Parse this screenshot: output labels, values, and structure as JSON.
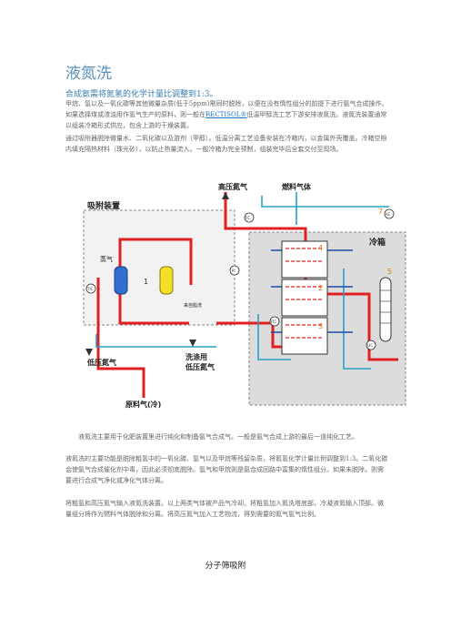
{
  "title": "液氮洗",
  "subtitle": "合成氨需将氮氢的化学计量比调整到1:3。",
  "para1_a": "甲烷、氩以及一氧化碳等其他微量杂质(低于5ppm)需同时脱除，以便在没有惰性组分的前提下进行氨气合成操作。如果选择煤或渣油用作氢气生产的原料，则一般在",
  "para1_link": "RECTISOL®",
  "para1_b": "低温甲醇洗工艺下游安排液氮洗。液氮洗装置通常以组装冷箱形式供应，包含上游的干燥装置。",
  "para2": "通过吸附器脱除微量水、二氧化碳以及游剂（甲醇）。低温分离工艺设备安装在冷箱内，以金属外壳覆盖。冷箱空隙内填充隔热材料（珠光砂），以防止热量流入。一般冷箱为完全预制，组装完毕后全套交付至现场。",
  "diagram": {
    "label_hp_n2": "高压氮气",
    "label_fuel": "燃料气体",
    "label_adsorber": "吸附装置",
    "label_coldbox": "冷箱",
    "label_steam": "蒸气",
    "label_lp_n2": "低压氮气",
    "label_wash_lp_n2_1": "洗涤用",
    "label_wash_lp_n2_2": "低压氮气",
    "label_feed": "原料气(冷)",
    "label_regen": "来自脂洗",
    "num_1": "1",
    "num_2": "2",
    "num_3": "3",
    "num_4": "4",
    "num_5": "5",
    "num_7": "7",
    "tag_fc": "FC",
    "tag_pi": "PI",
    "tag_ac": "AC",
    "tag_lic": "LIC",
    "tag_tic": "TIC",
    "tag_fic": "FIC"
  },
  "para3": "液氮洗主要用于化肥装置里进行纯化和制备氨气合成气。一般是氨气合成上游的最后一道纯化工艺。",
  "para4": "液氮洗的主要功能是脱除粗氢中的一氧化碳、氩气以及甲烷等残留杂质，将氮氢化学计量比例调整到1:3。二氧化碳会使氨气合成催化剂中毒，因此必须彻底脱除。氩气和甲烷则是氨合成回路中富集的惰性组分。如果未脱除，则需要进行合成气净化或净化气体分离。",
  "para5": "将粗氢和高压氮气输入液氮洗装置。以上两类气体被产品气冷却。将粗氢加入氮洗塔底部，冷凝液氮输入顶部。微量组分将作为燃料气体脱除和分离。将高压氮气加入工艺物流，得到需要的氮气氢气比例。",
  "section_title": "分子筛吸附"
}
